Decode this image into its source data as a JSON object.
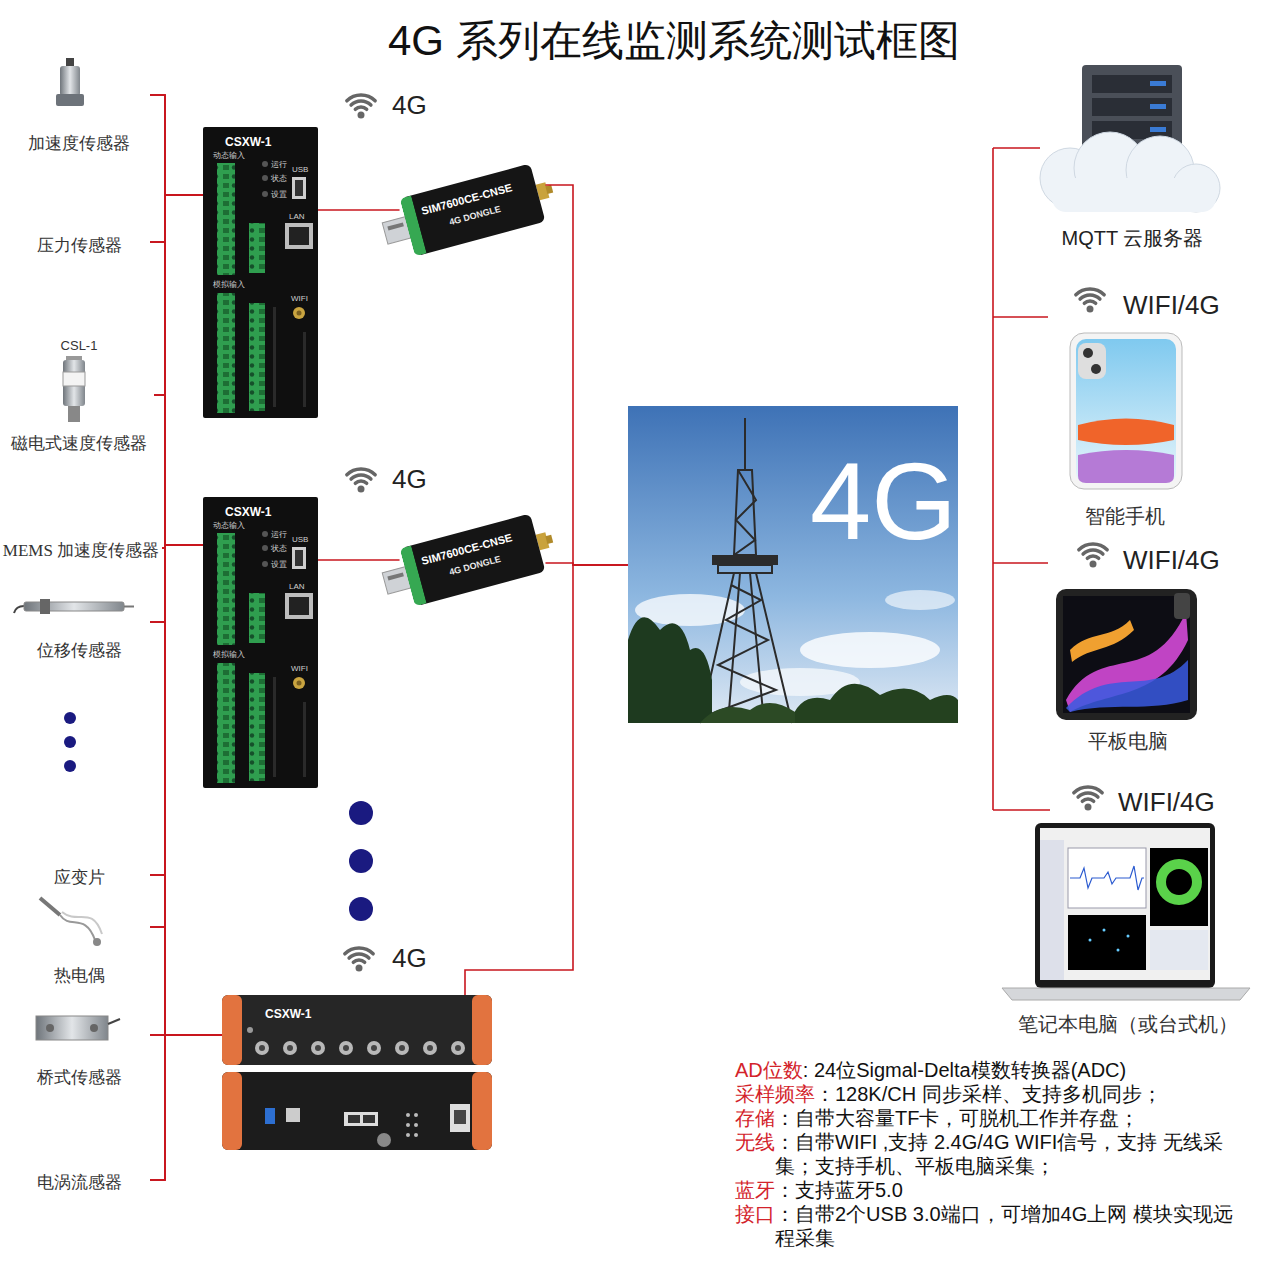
{
  "diagram": {
    "title": "4G 系列在线监测系统测试框图",
    "nodes": [
      {
        "text": [
          "加速度传感器"
        ]
      },
      {
        "text": [
          "压力传感器"
        ]
      },
      {
        "text": [
          "CSL-1",
          "磁电式速度传感器"
        ]
      },
      {
        "text": [
          "MEMS 加速度传感器"
        ]
      },
      {
        "text": [
          "位移传感器"
        ]
      },
      {
        "text": [
          "应变片"
        ]
      },
      {
        "text": [
          "热电偶"
        ]
      },
      {
        "text": [
          "桥式传感器"
        ]
      },
      {
        "text": [
          "电涡流感器"
        ]
      },
      {
        "text": [
          "CSXW-1",
          "动态输入",
          "运行",
          "状态",
          "设置",
          "USB",
          "LAN",
          "模拟输入",
          "WIFI"
        ]
      },
      {
        "text": [
          "SIM7600CE-CNSE",
          "4G DONGLE"
        ]
      },
      {
        "text": [
          "CSXW-1",
          "动态输入",
          "运行",
          "状态",
          "设置",
          "USB",
          "LAN",
          "模拟输入",
          "WIFI"
        ]
      },
      {
        "text": [
          "SIM7600CE-CNSE",
          "4G DONGLE"
        ]
      },
      {
        "text": [
          "CSXW-1"
        ]
      },
      {
        "text": [
          "4G"
        ]
      },
      {
        "text": [
          "MQTT 云服务器"
        ]
      },
      {
        "text": [
          "智能手机"
        ]
      },
      {
        "text": [
          "平板电脑"
        ]
      },
      {
        "text": [
          "笔记本电脑（或台式机）"
        ]
      }
    ],
    "edges": [
      {
        "from": 0,
        "to": 9,
        "arrow": "none"
      },
      {
        "from": 0,
        "to": 11,
        "arrow": "none"
      },
      {
        "from": 0,
        "to": 13,
        "arrow": "none"
      },
      {
        "from": 1,
        "to": 9,
        "arrow": "none"
      },
      {
        "from": 1,
        "to": 11,
        "arrow": "none"
      },
      {
        "from": 1,
        "to": 13,
        "arrow": "none"
      },
      {
        "from": 2,
        "to": 9,
        "arrow": "none"
      },
      {
        "from": 2,
        "to": 11,
        "arrow": "none"
      },
      {
        "from": 2,
        "to": 13,
        "arrow": "none"
      },
      {
        "from": 3,
        "to": 9,
        "arrow": "none"
      },
      {
        "from": 3,
        "to": 11,
        "arrow": "none"
      },
      {
        "from": 3,
        "to": 13,
        "arrow": "none"
      },
      {
        "from": 4,
        "to": 9,
        "arrow": "none"
      },
      {
        "from": 4,
        "to": 11,
        "arrow": "none"
      },
      {
        "from": 4,
        "to": 13,
        "arrow": "none"
      },
      {
        "from": 5,
        "to": 9,
        "arrow": "none"
      },
      {
        "from": 5,
        "to": 11,
        "arrow": "none"
      },
      {
        "from": 5,
        "to": 13,
        "arrow": "none"
      },
      {
        "from": 6,
        "to": 9,
        "arrow": "none"
      },
      {
        "from": 6,
        "to": 11,
        "arrow": "none"
      },
      {
        "from": 6,
        "to": 13,
        "arrow": "none"
      },
      {
        "from": 7,
        "to": 9,
        "arrow": "none"
      },
      {
        "from": 7,
        "to": 11,
        "arrow": "none"
      },
      {
        "from": 7,
        "to": 13,
        "arrow": "none"
      },
      {
        "from": 8,
        "to": 9,
        "arrow": "none"
      },
      {
        "from": 8,
        "to": 11,
        "arrow": "none"
      },
      {
        "from": 8,
        "to": 13,
        "arrow": "none"
      },
      {
        "from": 9,
        "to": 10,
        "arrow": "none"
      },
      {
        "from": 11,
        "to": 12,
        "arrow": "none"
      },
      {
        "from": 10,
        "to": 14,
        "arrow": "none"
      },
      {
        "from": 12,
        "to": 14,
        "arrow": "none"
      },
      {
        "from": 13,
        "to": 14,
        "arrow": "none"
      }
    ],
    "labels": [
      "4G",
      "4G",
      "4G",
      "WIFI/4G",
      "WIFI/4G",
      "WIFI/4G",
      "AD位数",
      ": 24位Sigmal-Delta模数转换器(ADC)",
      "采样频率",
      "：128K/CH 同步采样、支持多机同步；",
      "存储",
      "：自带大容量TF卡，可脱机工作并存盘；",
      "无线",
      "：自带WIFI ,支持 2.4G/4G WIFI信号，支持 无线采集；支持手机、平板电脑采集；",
      "蓝牙",
      "：支持蓝牙5.0",
      "接口",
      "：自带2个USB 3.0端口，可增加4G上网 模块实现远程采集"
    ]
  }
}
